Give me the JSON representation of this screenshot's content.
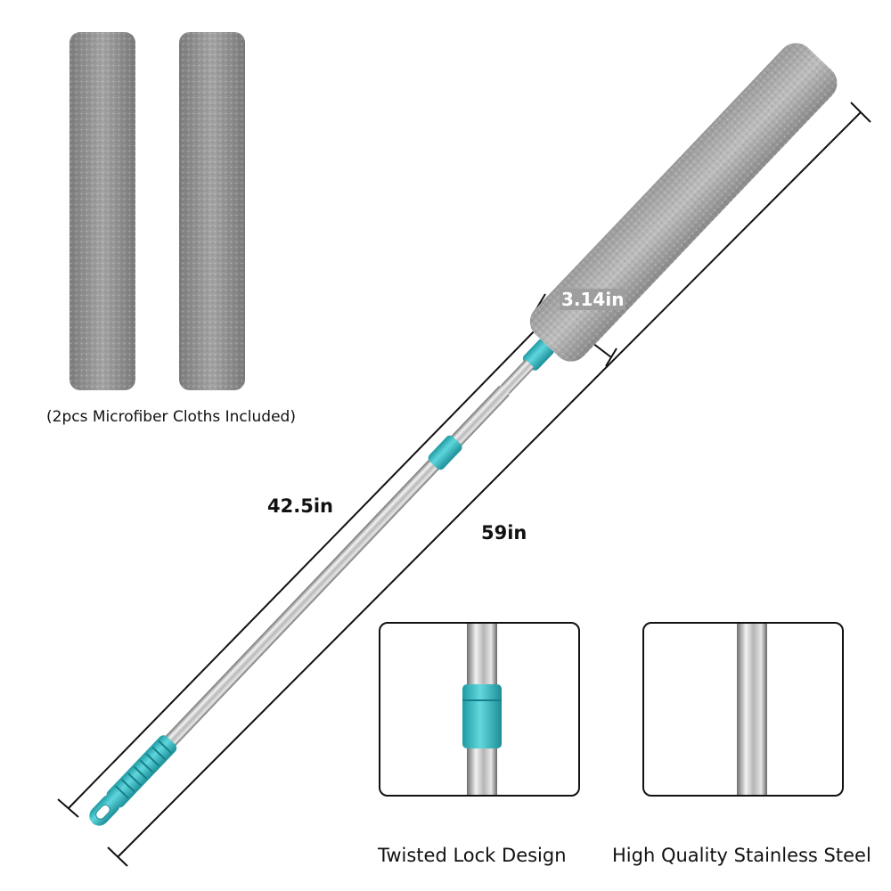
{
  "labels": {
    "cloths_caption": "(2pcs Microfiber Cloths Included)",
    "handle_length": "42.5in",
    "total_length": "59in",
    "head_width": "3.14in",
    "lock_caption": "Twisted Lock Design",
    "steel_caption": "High Quality Stainless Steel"
  },
  "colors": {
    "accent": "#3fc1c9",
    "microfiber": "#8c8c8c",
    "steel": "#c8c8c8"
  }
}
